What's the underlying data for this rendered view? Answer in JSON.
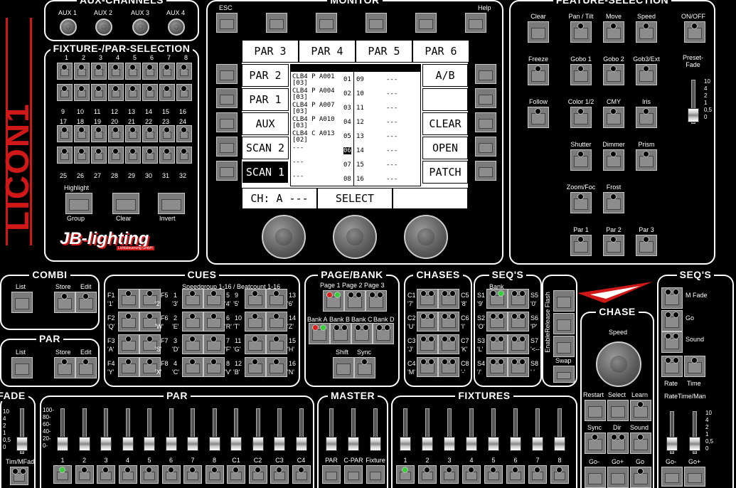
{
  "brand": {
    "vertical": "LICON1",
    "logo": "JB-lighting",
    "sub": "Lichtsteuerung GmbH"
  },
  "aux": {
    "title": "AUX-CHANNELS",
    "labels": [
      "AUX 1",
      "AUX 2",
      "AUX 3",
      "AUX 4"
    ]
  },
  "fixture": {
    "title": "FIXTURE-/PAR-SELECTION",
    "top_nums": [
      "1",
      "2",
      "3",
      "4",
      "5",
      "6",
      "7",
      "8"
    ],
    "nums_r2": [
      "9",
      "10",
      "11",
      "12",
      "13",
      "14",
      "15",
      "16"
    ],
    "nums_r3": [
      "17",
      "18",
      "19",
      "20",
      "21",
      "22",
      "23",
      "24"
    ],
    "nums_r4": [
      "25",
      "26",
      "27",
      "28",
      "29",
      "30",
      "31",
      "32"
    ],
    "highlight": "Highlight",
    "group": "Group",
    "clear": "Clear",
    "invert": "Invert"
  },
  "monitor": {
    "title": "MONITOR",
    "esc": "ESC",
    "help": "Help"
  },
  "lcd": {
    "tabs": [
      "PAR 3",
      "PAR 4",
      "PAR 5",
      "PAR 6"
    ],
    "left": [
      "PAR 2",
      "PAR 1",
      "AUX",
      "SCAN 2",
      "SCAN 1"
    ],
    "right": [
      "A/B",
      "",
      "CLEAR",
      "OPEN",
      "PATCH"
    ],
    "rows": [
      {
        "a": "CLB4 P A001",
        "b": "[03]",
        "n": "01",
        "c": "09",
        "d": "---"
      },
      {
        "a": "CLB4 P A004",
        "b": "[03]",
        "n": "02",
        "c": "10",
        "d": "---"
      },
      {
        "a": "CLB4 P A007",
        "b": "[03]",
        "n": "03",
        "c": "11",
        "d": "---"
      },
      {
        "a": "CLB4 P A010",
        "b": "[03]",
        "n": "04",
        "c": "12",
        "d": "---"
      },
      {
        "a": "CLB4 C A013",
        "b": "[02]",
        "n": "05",
        "c": "13",
        "d": "---"
      },
      {
        "a": "---",
        "b": "",
        "n": "06",
        "c": "14",
        "d": "---"
      },
      {
        "a": "---",
        "b": "",
        "n": "07",
        "c": "15",
        "d": "---"
      },
      {
        "a": "---",
        "b": "",
        "n": "08",
        "c": "16",
        "d": "---"
      }
    ],
    "ch": "CH: A ---",
    "select": "SELECT"
  },
  "feature": {
    "title": "FEATURE-SELECTION",
    "onoff": "ON/OFF",
    "preset_fade": "Preset-\nFade",
    "labels": [
      "Clear",
      "Pan / Tilt",
      "Move",
      "Speed",
      "Freeze",
      "Gobo 1",
      "Gobo 2",
      "Gob3/Ext",
      "Follow",
      "Color 1/2",
      "CMY",
      "Iris",
      "Shutter",
      "Dimmer",
      "Prism",
      "Zoom/Foc",
      "Frost",
      "Par 1",
      "Par 2",
      "Par 3"
    ],
    "scale": [
      "10",
      "4",
      "2",
      "1",
      "0,5",
      "0"
    ]
  },
  "combi": {
    "title": "COMBI",
    "list": "List",
    "store": "Store",
    "edit": "Edit"
  },
  "par_small": {
    "title": "PAR",
    "list": "List",
    "store": "Store",
    "edit": "Edit"
  },
  "cues": {
    "title": "CUES",
    "sub": "Speedgroup 1-16  /  Beatcount 1-16",
    "left": [
      "F1",
      "'1'",
      "F2",
      "'Q'",
      "F3",
      "'A'",
      "F4",
      "'Y'"
    ],
    "mid": [
      "F5",
      "'2'",
      "F6",
      "'W'",
      "F7",
      "'S'",
      "F8",
      "'X'"
    ],
    "mid2": [
      "1",
      "'3'",
      "2",
      "'E'",
      "3",
      "'D'",
      "4",
      "'C'"
    ],
    "right1": [
      "5",
      "'4'",
      "6",
      "'R'",
      "7",
      "'F'",
      "8",
      "'V'"
    ],
    "right2": [
      "9",
      "'5'",
      "10",
      "'T'",
      "11",
      "'G'",
      "12",
      "'B'"
    ],
    "right3": [
      "13",
      "'6'",
      "14",
      "'Z'",
      "15",
      "'H'",
      "16",
      "'N'"
    ]
  },
  "pagebank": {
    "title": "PAGE/BANK",
    "pages": [
      "Page 1",
      "Page 2",
      "Page 3"
    ],
    "banks": [
      "Bank A",
      "Bank B",
      "Bank C",
      "Bank D"
    ],
    "shift": "Shift",
    "sync": "Sync"
  },
  "chases": {
    "title": "CHASES",
    "left": [
      "C1",
      "'7'",
      "C2",
      "'U'",
      "C3",
      "'J'",
      "C4",
      "'M'"
    ],
    "right": [
      "C5",
      "'8'",
      "C6",
      "'I'",
      "C7",
      "'K'",
      "C8",
      "'-'"
    ]
  },
  "seqs": {
    "title": "SEQ'S",
    "bank": "Bank",
    "left": [
      "S1",
      "'9'",
      "S2",
      "'O'",
      "S3",
      "'L'",
      "S4",
      "'/'"
    ],
    "right": [
      "S5",
      "'0'",
      "S6",
      "'P'",
      "S7",
      "'<--'",
      "S8",
      "' '"
    ]
  },
  "flash": {
    "enable": "EnableRelease Flash",
    "swap": "Swap"
  },
  "chase": {
    "title": "CHASE",
    "speed": "Speed",
    "restart": "Restart",
    "select": "Select",
    "learn": "Learn",
    "sync": "Sync",
    "dir": "Dir",
    "sound": "Sound",
    "gominus": "Go-",
    "goplus": "Go+",
    "go": "Go"
  },
  "seqs2": {
    "title": "SEQ'S",
    "mfade": "M Fade",
    "go": "Go",
    "sound": "Sound",
    "rate": "Rate",
    "time": "Time",
    "ratetime": "RateTime/Man",
    "gominus": "Go-",
    "goplus": "Go+",
    "scale": [
      "10",
      "4",
      "2",
      "1",
      "0,5",
      "0"
    ]
  },
  "fade": {
    "title": "FADE",
    "scale": [
      "10",
      "4",
      "2",
      "1",
      "0,5",
      "0"
    ],
    "bottom": "Tim/MFad"
  },
  "par": {
    "title": "PAR",
    "scale": [
      "100-",
      "80-",
      "60-",
      "40-",
      "20-",
      "0-"
    ],
    "labels": [
      "1",
      "2",
      "3",
      "4",
      "5",
      "6",
      "7",
      "8",
      "C1",
      "C2",
      "C3",
      "C4"
    ]
  },
  "master": {
    "title": "MASTER",
    "labels": [
      "PAR",
      "C-PAR",
      "Fixture"
    ]
  },
  "fixtures": {
    "title": "FIXTURES",
    "labels": [
      "1",
      "2",
      "3",
      "4",
      "5",
      "6",
      "7",
      "8"
    ]
  }
}
